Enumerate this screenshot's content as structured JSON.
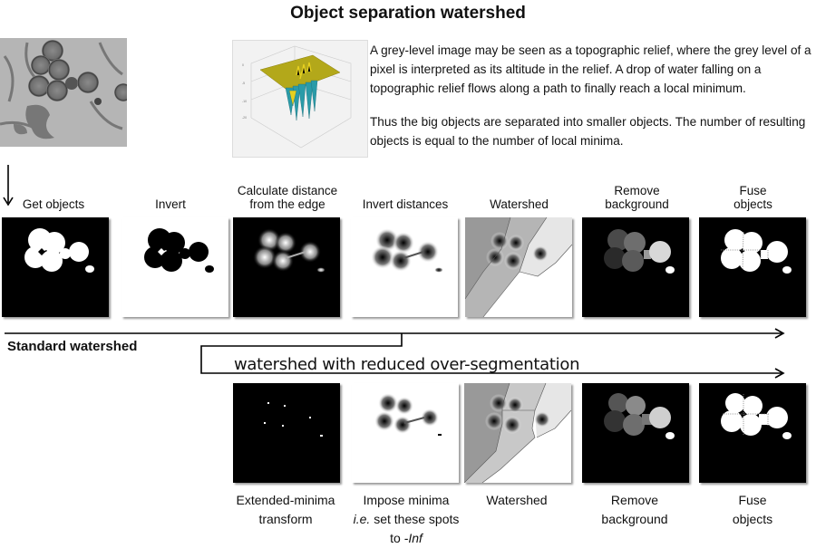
{
  "title": "Object separation watershed",
  "description": {
    "paragraph1": "A grey-level image may be seen as a topographic relief, where the grey level of a pixel is interpreted as its altitude in the relief. A drop of water falling on a topographic relief flows along a path to finally reach a local minimum.",
    "paragraph2": "Thus the big objects are separated into smaller objects. The number of resulting objects is equal to the number of local minima."
  },
  "images": {
    "source": "micrograph-source-image",
    "surface": "3d-surface-plot"
  },
  "standard_row": {
    "label": "Standard watershed",
    "steps": [
      {
        "line1": "",
        "line2": "Get objects"
      },
      {
        "line1": "",
        "line2": "Invert"
      },
      {
        "line1": "Calculate distance",
        "line2": "from the edge"
      },
      {
        "line1": "",
        "line2": "Invert distances"
      },
      {
        "line1": "",
        "line2": "Watershed"
      },
      {
        "line1": "Remove",
        "line2": "background"
      },
      {
        "line1": "Fuse",
        "line2": "objects"
      }
    ]
  },
  "reduced_row": {
    "label": "watershed with reduced over-segmentation",
    "steps": [
      {
        "line1": "Extended-minima",
        "line2": "transform",
        "line3": ""
      },
      {
        "line1": "Impose minima",
        "line2_italic": "i.e.",
        "line2": " set these spots",
        "line3_prefix": "to ",
        "line3_italic": "-Inf"
      },
      {
        "line1": "Watershed",
        "line2": "",
        "line3": ""
      },
      {
        "line1": "Remove",
        "line2": "background",
        "line3": ""
      },
      {
        "line1": "Fuse",
        "line2": "objects",
        "line3": ""
      }
    ]
  },
  "colors": {
    "surface_top": "#b3a81a",
    "arrow": "#000000"
  }
}
